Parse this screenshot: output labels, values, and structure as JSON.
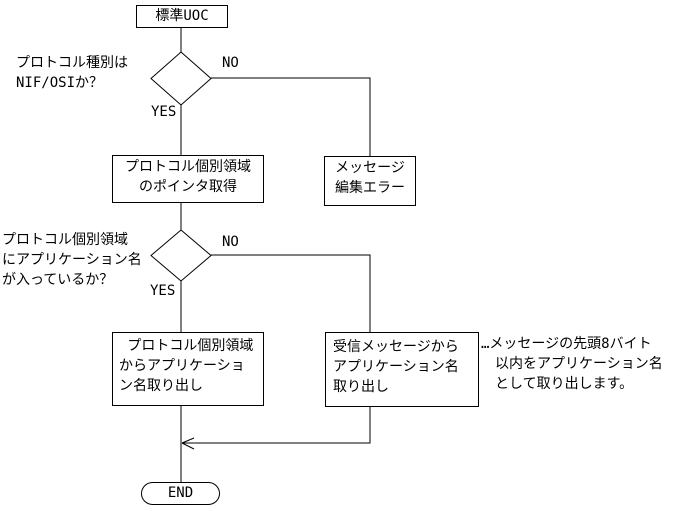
{
  "nodes": {
    "start": {
      "label": "標準UOC"
    },
    "decision_protocol": {
      "question": [
        "プロトコル種別は",
        "NIF/OSIか？"
      ],
      "no": "NO",
      "yes": "YES"
    },
    "get_pointer": {
      "lines": [
        "プロトコル個別領域",
        "のポインタ取得"
      ]
    },
    "edit_error": {
      "lines": [
        "メッセージ",
        "編集エラー"
      ]
    },
    "decision_appname": {
      "question": [
        "プロトコル個別領域",
        "にアプリケーション名",
        "が入っているか？"
      ],
      "no": "NO",
      "yes": "YES"
    },
    "extract_from_area": {
      "lines": [
        " プロトコル個別領域",
        "からアプリケーショ",
        "ン名取り出し"
      ]
    },
    "extract_from_message": {
      "lines": [
        "受信メッセージから",
        "アプリケーション名",
        "取り出し"
      ]
    },
    "end": {
      "label": "END"
    }
  },
  "annotation": {
    "lines": [
      "…メッセージの先頭8バイト",
      "　以内をアプリケーション名",
      "　として取り出します。"
    ]
  },
  "colors": {
    "line": "#000000",
    "background": "#ffffff",
    "text": "#000000"
  }
}
